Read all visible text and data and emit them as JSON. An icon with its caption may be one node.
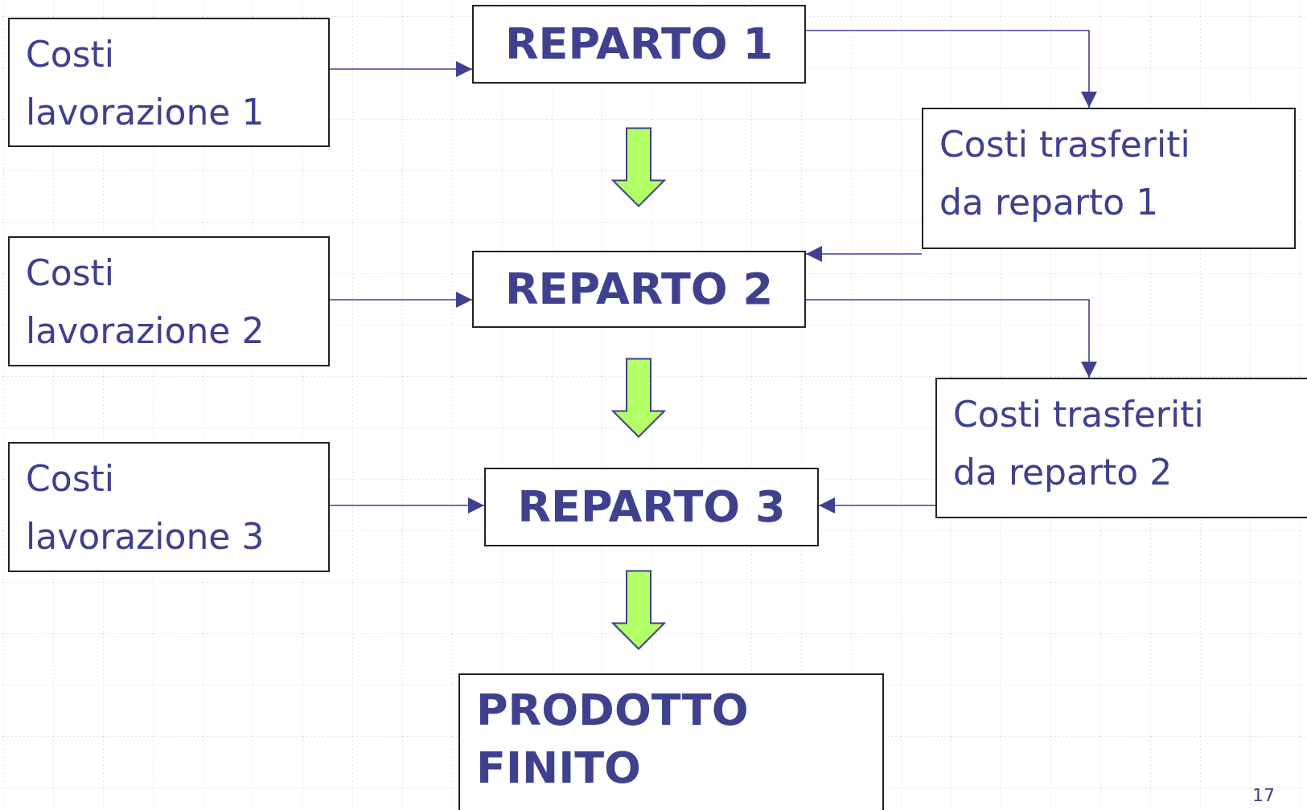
{
  "diagram": {
    "nodes": [
      {
        "text": [
          "Costi lavorazione 1"
        ]
      },
      {
        "text": [
          "REPARTO 1"
        ]
      },
      {
        "text": [
          "Costi trasferiti da reparto 1"
        ]
      },
      {
        "text": [
          "Costi lavorazione 2"
        ]
      },
      {
        "text": [
          "REPARTO 2"
        ]
      },
      {
        "text": [
          "Costi trasferiti da reparto 2"
        ]
      },
      {
        "text": [
          "Costi lavorazione 3"
        ]
      },
      {
        "text": [
          "REPARTO 3"
        ]
      },
      {
        "text": [
          "PRODOTTO FINITO"
        ]
      }
    ],
    "edges": [
      {
        "from": 0,
        "to": 1,
        "arrow": "to"
      },
      {
        "from": 1,
        "to": 2,
        "arrow": "to"
      },
      {
        "from": 2,
        "to": 4,
        "arrow": "to"
      },
      {
        "from": 3,
        "to": 4,
        "arrow": "to"
      },
      {
        "from": 4,
        "to": 5,
        "arrow": "to"
      },
      {
        "from": 6,
        "to": 7,
        "arrow": "to"
      },
      {
        "from": 5,
        "to": 7,
        "arrow": "to"
      },
      {
        "from": 1,
        "to": 4,
        "arrow": "to",
        "style": "thick",
        "color": "#b3ff66"
      },
      {
        "from": 4,
        "to": 7,
        "arrow": "to",
        "style": "thick",
        "color": "#b3ff66"
      },
      {
        "from": 7,
        "to": 8,
        "arrow": "to",
        "style": "thick",
        "color": "#b3ff66"
      }
    ],
    "labels": [
      "17"
    ]
  }
}
